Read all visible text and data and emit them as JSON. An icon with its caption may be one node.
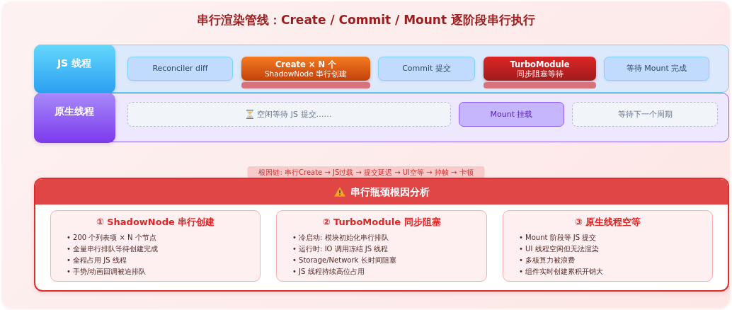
{
  "diagram": {
    "title": "串行渲染管线：Create / Commit / Mount 逐阶段串行执行",
    "nodes": [
      {
        "text": [
          "JS 线程"
        ]
      },
      {
        "text": [
          "Reconciler diff"
        ],
        "in": 0
      },
      {
        "text": [
          "Create × N 个",
          "ShadowNode 串行创建"
        ],
        "in": 0
      },
      {
        "text": [
          "Commit 提交"
        ],
        "in": 0
      },
      {
        "text": [
          "TurboModule",
          "同步阻塞等待"
        ],
        "in": 0
      },
      {
        "text": [
          "等待 Mount 完成"
        ],
        "in": 0
      },
      {
        "text": [
          "原生线程"
        ]
      },
      {
        "text": [
          "空闲等待 JS 提交……"
        ],
        "in": 6
      },
      {
        "text": [
          "Mount 挂载"
        ],
        "in": 6
      },
      {
        "text": [
          "等待下一个周期"
        ],
        "in": 6
      },
      {
        "text": [
          "根因链: 串行Create → JS过载 → 提交延迟 → UI空等 → 掉帧 → 卡顿"
        ]
      },
      {
        "text": [
          "串行瓶颈根因分析"
        ]
      },
      {
        "text": [
          "① ShadowNode 串行创建",
          "• 200 个列表项 × N 个节点",
          "• 全量串行排队等待创建完成",
          "• 全程占用 JS 线程",
          "• 手势/动画回调被迫排队"
        ],
        "in": 11
      },
      {
        "text": [
          "② TurboModule 同步阻塞",
          "• 冷启动: 模块初始化串行排队",
          "• 运行时: IO 调用冻结 JS 线程",
          "• Storage/Network 长时间阻塞",
          "• JS 线程持续高位占用"
        ],
        "in": 11
      },
      {
        "text": [
          "③ 原生线程空等",
          "• Mount 阶段等 JS 提交",
          "• UI 线程空闲但无法渲染",
          "• 多核算力被浪费",
          "• 组件实时创建累积开销大"
        ],
        "in": 11
      }
    ]
  }
}
